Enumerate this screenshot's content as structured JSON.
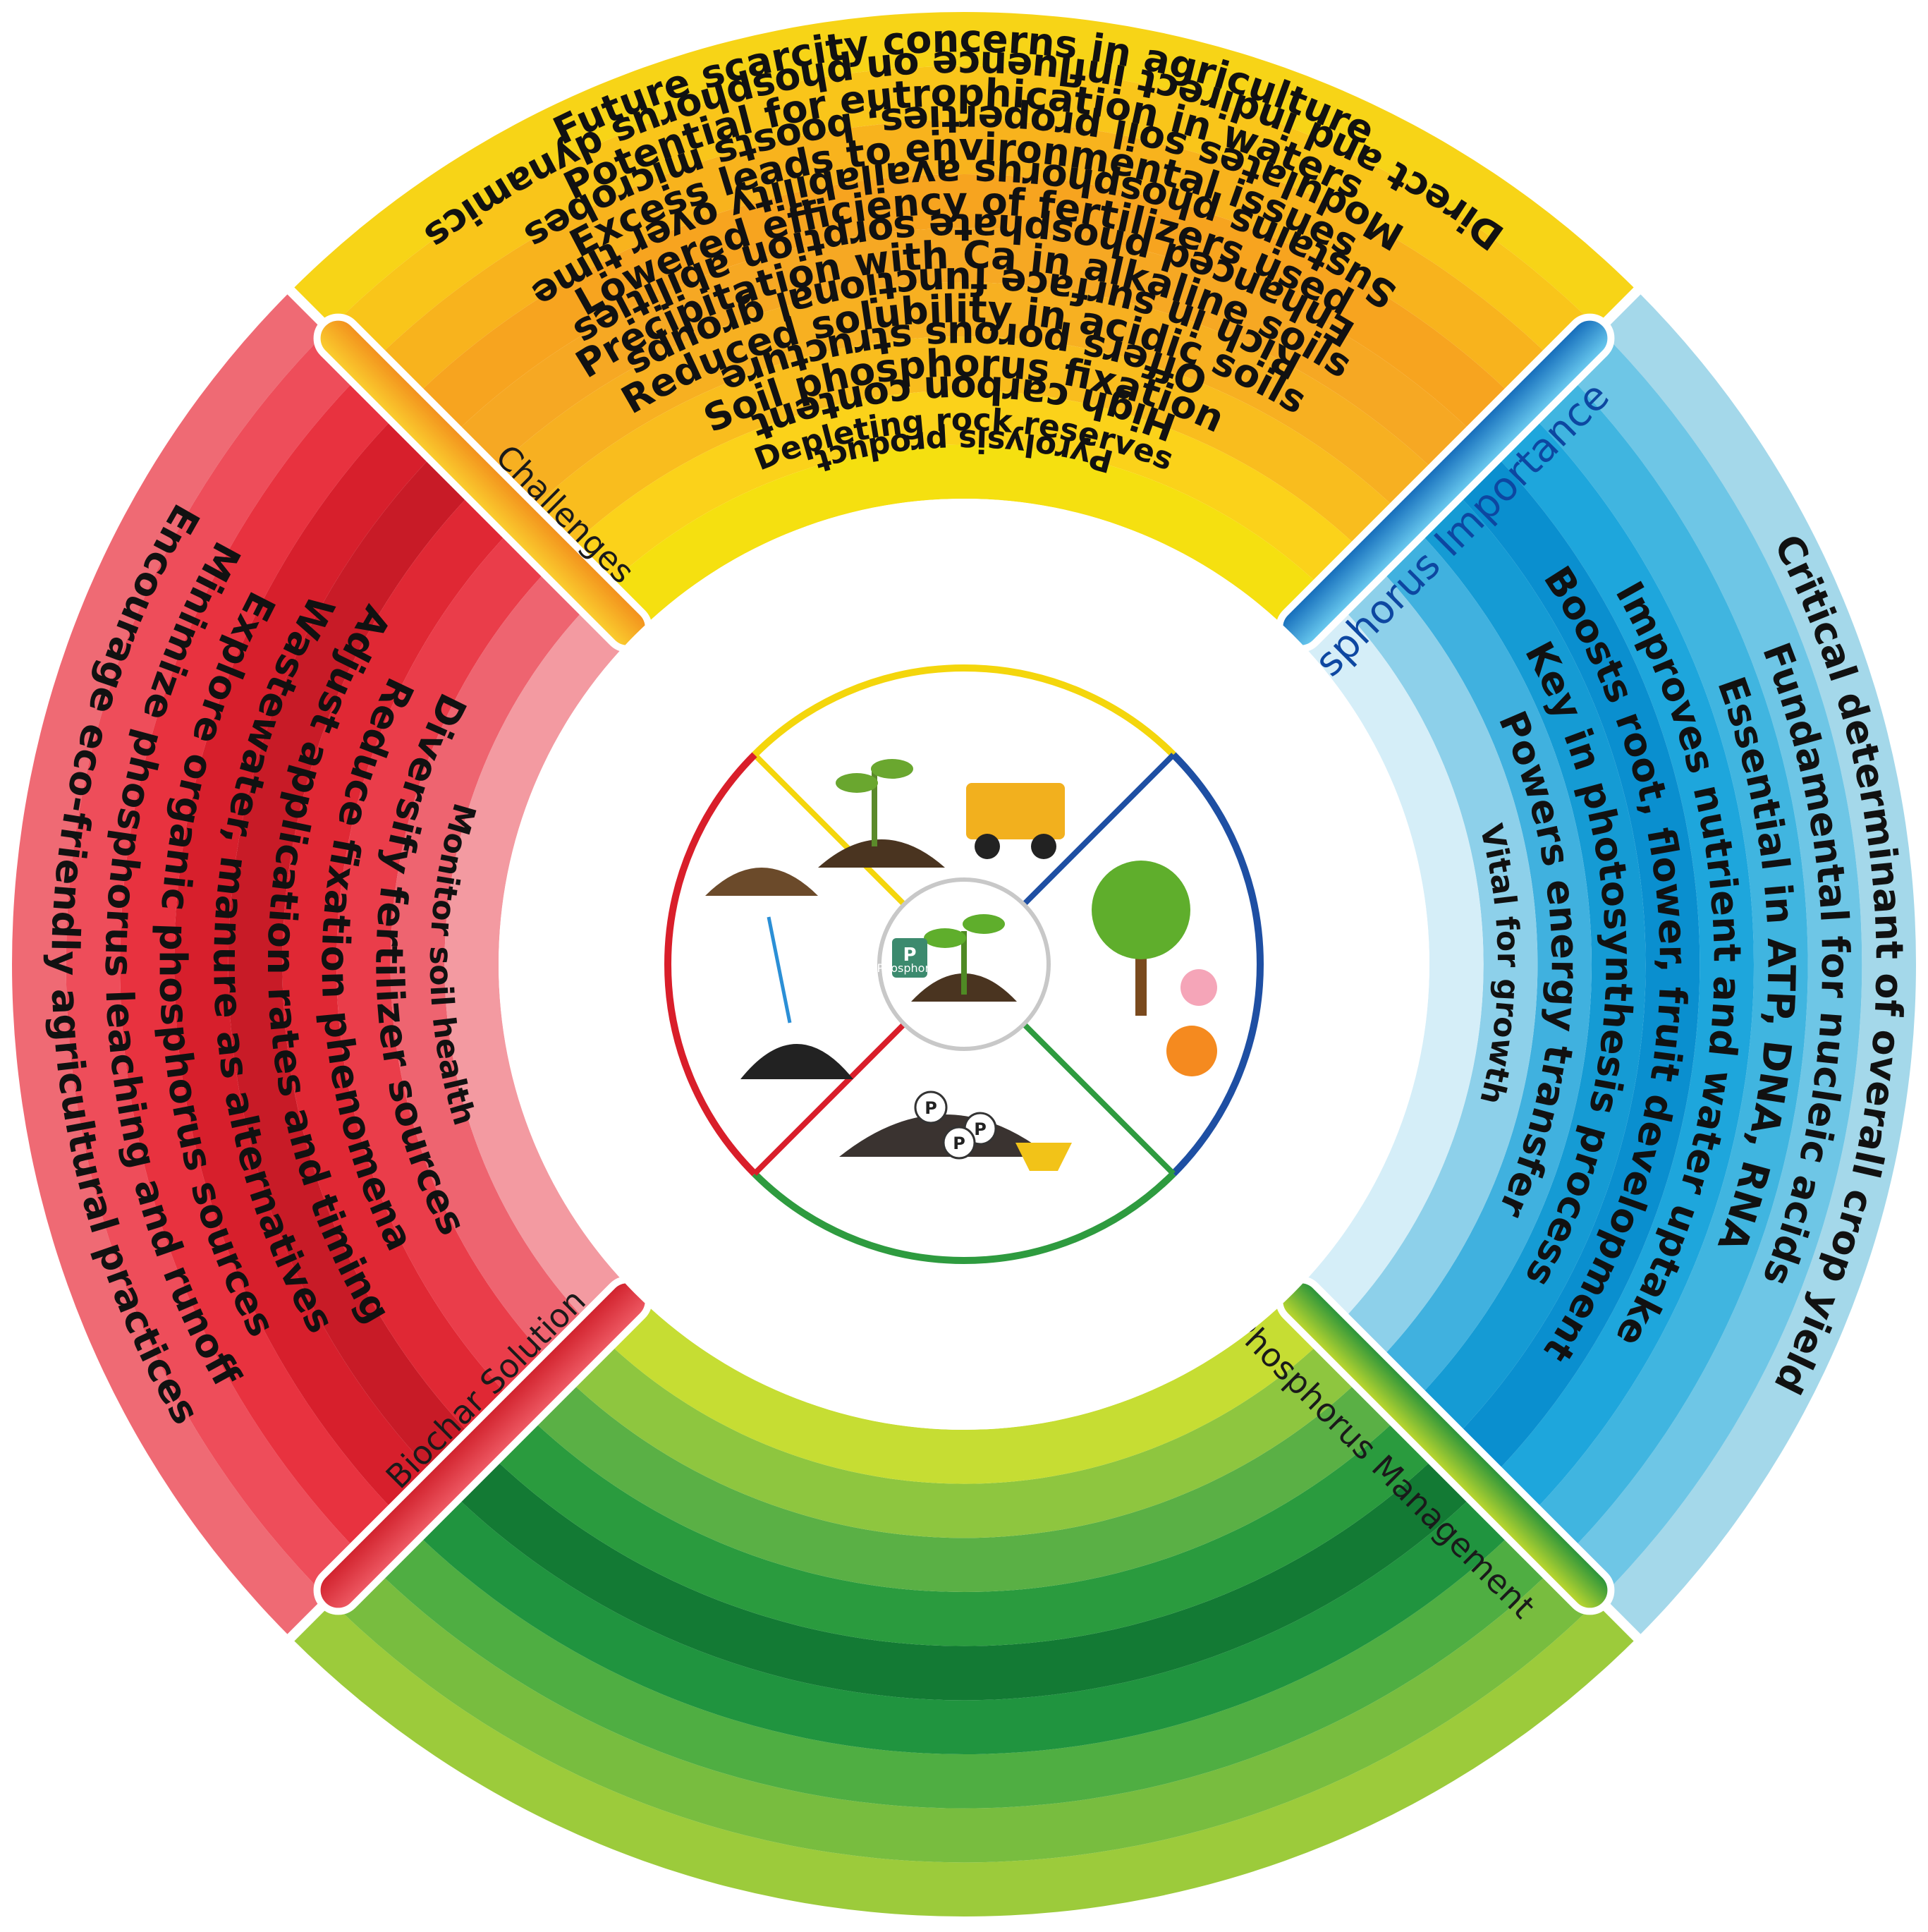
{
  "quadrants": {
    "challenges": {
      "label": "Challenges",
      "items": [
        "Future scarcity concerns in agriculture",
        "Potential for eutrophication in waters",
        "Excess leads to environmental issues",
        "Lowered efficiency of fertilizers used",
        "Precipitation with Ca in alkaline soils",
        "Reduced solubility in acidic soils",
        "Soil phosphorus fixation",
        "Depleting rock reserves"
      ],
      "colors": [
        "#f7d417",
        "#f9c51a",
        "#f8b31d",
        "#f7a41f",
        "#f6a823",
        "#f7b021",
        "#f9bd1e",
        "#fbd21a",
        "#f5e010"
      ]
    },
    "importance": {
      "label": "Phosphorus Importance",
      "items": [
        "Critical determinant of overall crop yield",
        "Fundamental for nucleic acids",
        "Essential in ATP, DNA, RNA",
        "Improves nutrient and water uptake",
        "Boosts root, flower, fruit development",
        "Key in photosynthesis process",
        "Powers energy transfer",
        "Vital for growth"
      ],
      "colors": [
        "#a4d8ea",
        "#6ec6e6",
        "#40b5e0",
        "#1ea6dc",
        "#0a8fcf",
        "#159bd4",
        "#40b1df",
        "#8dd0ea",
        "#d5eef8"
      ]
    },
    "management": {
      "label": "Phosphorus Management",
      "items": [
        "Direct and indirect influence on phosphorus dynamics",
        "Modulates soil properties, boosts microbes",
        "Sustains phosphorus availability over time",
        "Enhanced phosphate sorption abilities",
        "Rich in surface functional groups",
        "Offers porous structure",
        "High carbon content",
        "Pyrolysis product"
      ],
      "colors": [
        "#9ccb3b",
        "#78bd3f",
        "#4fae42",
        "#20943f",
        "#137a34",
        "#2a9b3e",
        "#5ab045",
        "#8ec63f",
        "#c6dd33"
      ]
    },
    "biochar": {
      "label": "Biochar Solution",
      "items": [
        "Encourage eco-friendly agricultural practices",
        "Minimize phosphorus leaching and runoff",
        "Explore organic phosphorus sources",
        "Wastewater, manure as alternatives",
        "Adjust application rates and timing",
        "Reduce fixation phenomena",
        "Diversify fertilizer sources",
        "Monitor soil health"
      ],
      "colors": [
        "#ef6a74",
        "#ee4d5a",
        "#e8323f",
        "#d71f2c",
        "#c81b27",
        "#e02834",
        "#ea3d4a",
        "#ee6470",
        "#f39aa1"
      ]
    }
  },
  "center": {
    "logo_text": "Phosphorus",
    "p_marker": "P"
  },
  "ring_colors": {
    "challenges": "#f4d60c",
    "importance": "#1e4fa3",
    "management": "#2e9b3f",
    "biochar": "#d91e2a"
  }
}
